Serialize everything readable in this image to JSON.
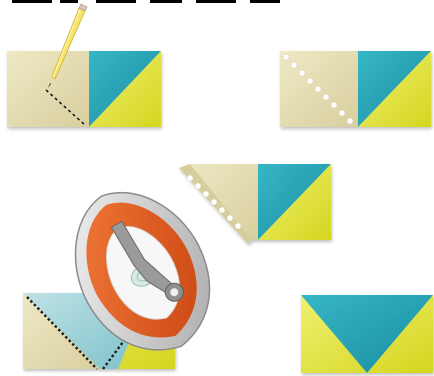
{
  "diagram": {
    "colors": {
      "fabric_beige": "#e7e0b6",
      "fabric_beige_dark": "#cfc79a",
      "fabric_teal": "#2aa6b6",
      "fabric_teal_light": "#a9d6dc",
      "fabric_yellow": "#dfe23b",
      "stitch_dark": "#1b1b1b",
      "stitch_white": "#ffffff",
      "pencil_yellow": "#f6e46b",
      "iron_orange": "#e6561b",
      "iron_grey": "#8f8f8f"
    },
    "icons": [
      "pencil-icon",
      "iron-icon"
    ],
    "steps": [
      {
        "name": "draw-diagonal-line"
      },
      {
        "name": "stitch-on-line"
      },
      {
        "name": "trim-seam"
      },
      {
        "name": "press-seam-open"
      },
      {
        "name": "finished-flying-geese-unit"
      }
    ]
  }
}
